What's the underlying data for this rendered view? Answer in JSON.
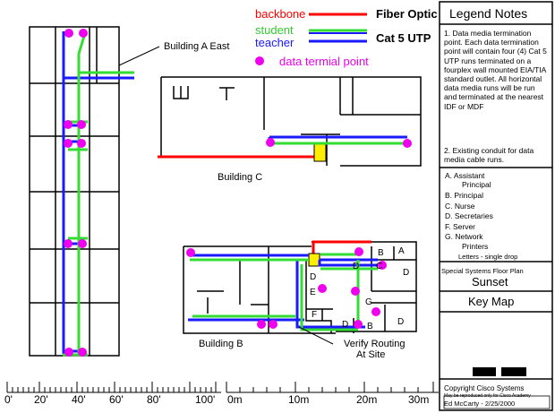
{
  "legend": {
    "backbone": "backbone",
    "fiber_optic": "Fiber Optic",
    "student": "student",
    "teacher": "teacher",
    "cat5": "Cat 5 UTP",
    "data_point": "data termial point",
    "colors": {
      "backbone": "#ff0000",
      "student": "#33dd33",
      "teacher": "#1a1aff",
      "point": "#ee00ee",
      "outlet": "#ffee00"
    }
  },
  "labels": {
    "building_a": "Building A East",
    "building_b": "Building B",
    "building_c": "Building C",
    "verify_routing_1": "Verify Routing",
    "verify_routing_2": "At Site"
  },
  "room_letters": {
    "a": "A",
    "b": "B",
    "b2": "B",
    "c": "C",
    "d1": "D",
    "d2": "D",
    "d3": "D",
    "d4": "D",
    "d5": "D",
    "f": "F",
    "g": "G",
    "e": "E"
  },
  "panel": {
    "title": "Legend Notes",
    "note1": "1. Data media termination point. Each data termination point will contain four (4) Cat 5 UTP runs terminated on a fourplex wall mounted EIA/TIA standard outlet. All horizontal data media runs will be run and terminated at the nearest IDF or MDF",
    "note2": "2. Existing conduit for data media cable runs.",
    "room_key": [
      "A. Assistant",
      "Principal",
      "B. Principal",
      "C. Nurse",
      "D. Secretaries",
      "F. Server",
      "G. Network",
      "Printers"
    ],
    "letters_note": "Letters - single drop",
    "floor_plan": "Special Systems Floor Plan",
    "school": "Sunset",
    "key_map": "Key Map",
    "copyright": "Copyright Cisco Systems",
    "reproduced": "May be reproduced only for Cisco Academy",
    "author": "Ed McCarty - 2/25/2000"
  },
  "scales": {
    "feet": [
      "0'",
      "20'",
      "40'",
      "60'",
      "80'",
      "100'"
    ],
    "meters": [
      "0m",
      "10m",
      "20m",
      "30m"
    ]
  }
}
